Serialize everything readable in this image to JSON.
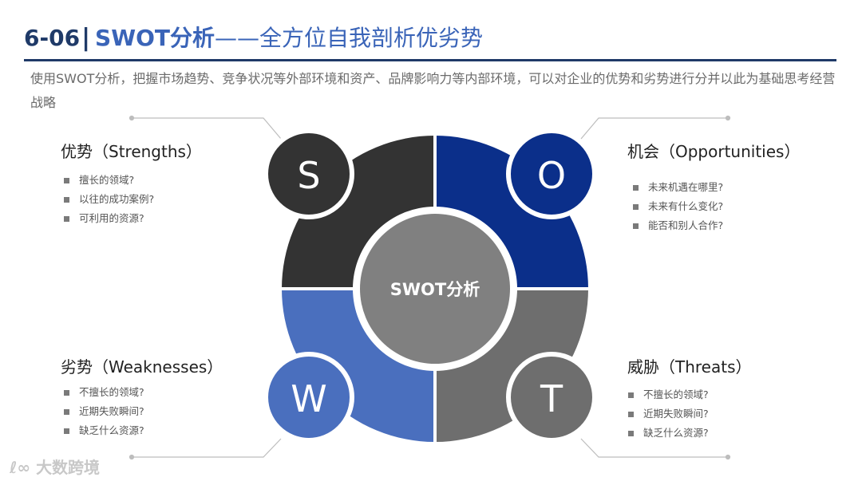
{
  "header": {
    "number": "6-06",
    "separator": "|",
    "swot": "SWOT分析",
    "subtitle": "——全方位自我剖析优劣势"
  },
  "intro": "使用SWOT分析，把握市场趋势、竞争状况等外部环境和资产、品牌影响力等内部环境，可以对企业的优势和劣势进行分并以此为基础思考经营战略",
  "center_label": "SWOT分析",
  "colors": {
    "title": "#1f3a68",
    "accent": "#3a64b8",
    "s": "#333333",
    "o": "#0b2f8a",
    "w": "#4a6fbe",
    "t": "#6e6e6e",
    "center": "#808080"
  },
  "quadrants": {
    "s": {
      "letter": "S",
      "title": "优势（Strengths）",
      "items": [
        "擅长的领域?",
        "以往的成功案例?",
        "可利用的资源?"
      ]
    },
    "o": {
      "letter": "O",
      "title": "机会（Opportunities）",
      "items": [
        "未来机遇在哪里?",
        "未来有什么变化?",
        "能否和别人合作?"
      ]
    },
    "w": {
      "letter": "W",
      "title": "劣势（Weaknesses）",
      "items": [
        "不擅长的领域?",
        "近期失败瞬间?",
        "缺乏什么资源?"
      ]
    },
    "t": {
      "letter": "T",
      "title": "威胁（Threats）",
      "items": [
        "不擅长的领域?",
        "近期失败瞬间?",
        "缺乏什么资源?"
      ]
    }
  },
  "watermark": "大数跨境"
}
